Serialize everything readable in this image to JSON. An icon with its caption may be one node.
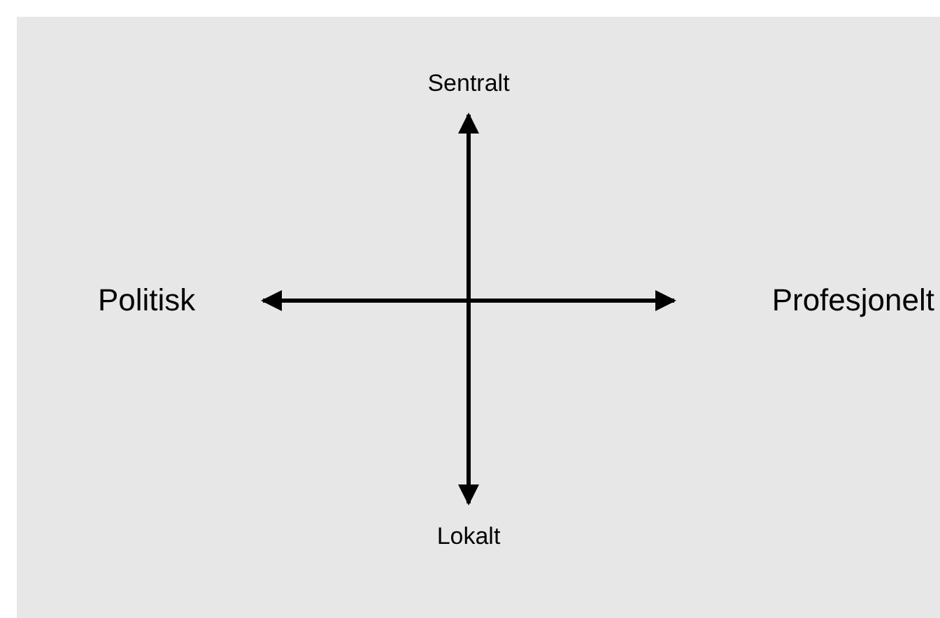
{
  "diagram": {
    "nodes": [
      {
        "text": [
          "Sentralt"
        ]
      },
      {
        "text": [
          "Politisk"
        ]
      },
      {
        "text": [
          "Profesjonelt"
        ]
      },
      {
        "text": [
          "Lokalt"
        ]
      }
    ],
    "edges": [
      {
        "from": 1,
        "to": 2,
        "arrow": "both"
      },
      {
        "from": 0,
        "to": 3,
        "arrow": "both"
      }
    ]
  }
}
